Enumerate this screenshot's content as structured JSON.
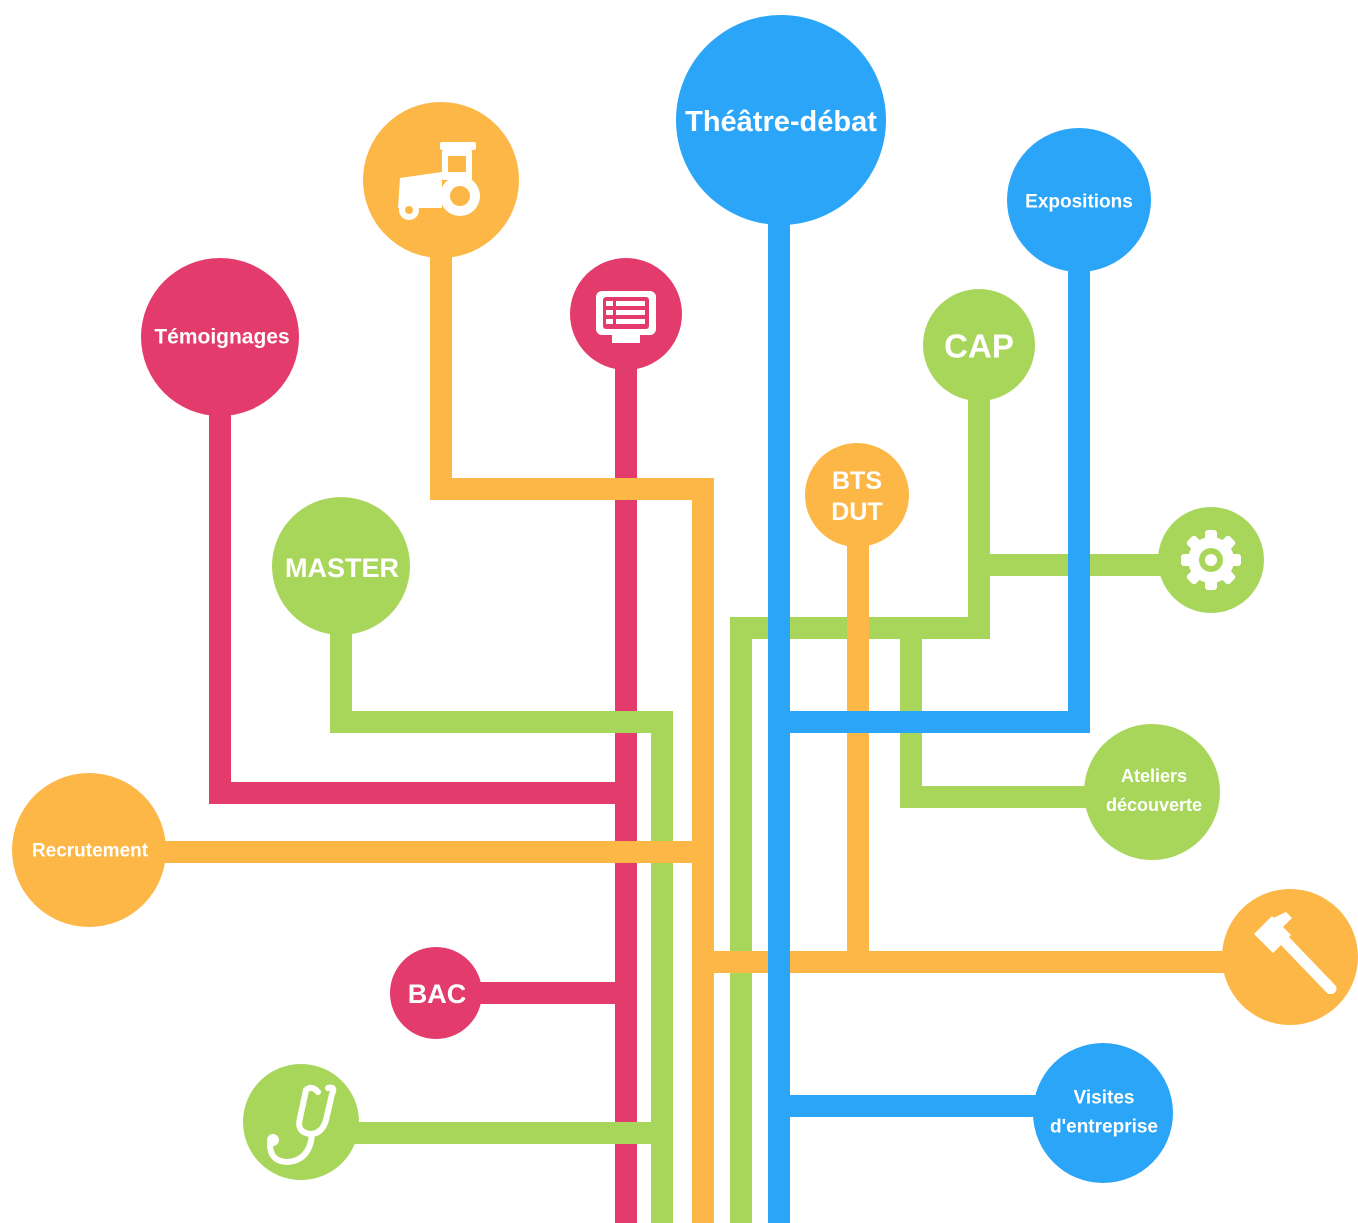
{
  "colors": {
    "pink": "#E33B6C",
    "orange": "#FDB747",
    "green": "#A8D65A",
    "blue": "#2AA5F8",
    "white": "#FFFFFF"
  },
  "nodes": {
    "theatre": {
      "label": "Théâtre-débat"
    },
    "expositions": {
      "label": "Expositions"
    },
    "temoignages": {
      "label": "Témoignages"
    },
    "cap": {
      "label": "CAP"
    },
    "bts_dut": {
      "label_line1": "BTS",
      "label_line2": "DUT"
    },
    "master": {
      "label": "MASTER"
    },
    "ateliers": {
      "label_line1": "Ateliers",
      "label_line2": "découverte"
    },
    "recrutement": {
      "label": "Recrutement"
    },
    "bac": {
      "label": "BAC"
    },
    "visites": {
      "label_line1": "Visites",
      "label_line2": "d'entreprise"
    },
    "tractor": {
      "icon": "tractor-icon"
    },
    "screen": {
      "icon": "screen-list-icon"
    },
    "gear": {
      "icon": "gear-icon"
    },
    "hammer": {
      "icon": "hammer-icon"
    },
    "stethoscope": {
      "icon": "stethoscope-icon"
    }
  }
}
